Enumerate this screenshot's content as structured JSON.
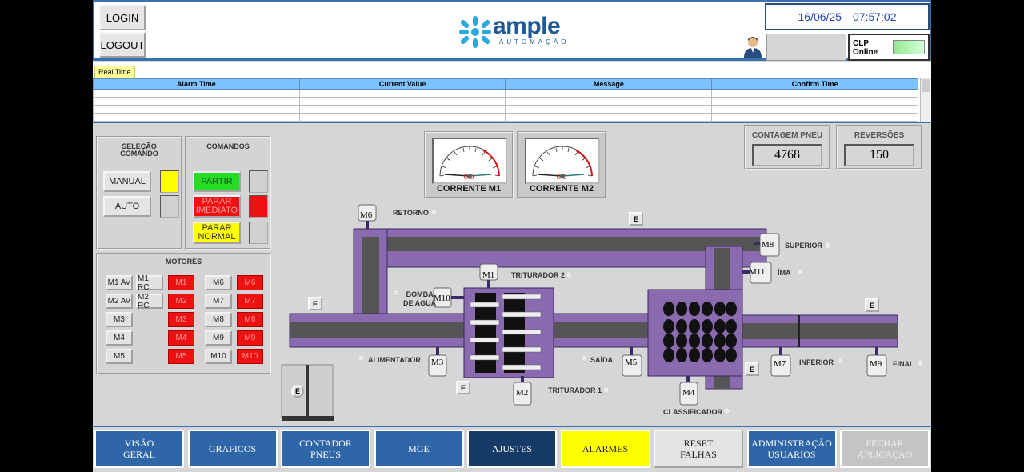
{
  "header": {
    "login_label": "LOGIN",
    "logout_label": "LOGOUT",
    "logo_text": "ample",
    "logo_subtext": "AUTOMAÇÃO",
    "date": "16/06/25",
    "time": "07:57:02",
    "clp_label_line1": "CLP",
    "clp_label_line2": "Online"
  },
  "alarm": {
    "tab_label": "Real Time",
    "columns": [
      "Alarm Time",
      "Current Value",
      "Message",
      "Confirm Time"
    ]
  },
  "selecao": {
    "title_line1": "SELEÇÃO",
    "title_line2": "COMANDO",
    "manual_label": "MANUAL",
    "auto_label": "AUTO"
  },
  "comandos": {
    "title": "COMANDOS",
    "partir_label": "PARTIR",
    "parar_imediato_line1": "PARAR",
    "parar_imediato_line2": "IMEDIATO",
    "parar_normal_line1": "PARAR",
    "parar_normal_line2": "NORMAL"
  },
  "motores": {
    "title": "MOTORES",
    "left_buttons": [
      "M1 AV",
      "M1 RC",
      "M2 AV",
      "M2 RC",
      "M3",
      "M4",
      "M5"
    ],
    "left_indicators": [
      "M1",
      "M2",
      "M3",
      "M4",
      "M5"
    ],
    "right_buttons": [
      "M6",
      "M7",
      "M8",
      "M9",
      "M10"
    ],
    "right_indicators": [
      "M6",
      "M7",
      "M8",
      "M9",
      "M10"
    ]
  },
  "gauges": [
    {
      "value": "0.0",
      "label": "CORRENTE M1"
    },
    {
      "value": "0.0",
      "label": "CORRENTE M2"
    }
  ],
  "counters": [
    {
      "label": "CONTAGEM PNEU",
      "value": "4768"
    },
    {
      "label": "REVERSÕES",
      "value": "150"
    }
  ],
  "process": {
    "retorno": "RETORNO",
    "superior": "SUPERIOR",
    "ima": "ÍMA",
    "triturador2": "TRITURADOR 2",
    "triturador1": "TRITURADOR 1",
    "bomba_line1": "BOMBA",
    "bomba_line2": "DE AGUA",
    "alimentador": "ALIMENTADOR",
    "saida": "SAÍDA",
    "classificador": "CLASSIFICADOR",
    "inferior": "INFERIOR",
    "final": "FINAL",
    "e_label": "E",
    "motors": [
      "M6",
      "M8",
      "M11",
      "M1",
      "M10",
      "M3",
      "M2",
      "M5",
      "M4",
      "M7",
      "M9"
    ]
  },
  "nav": [
    {
      "line1": "VISÃO",
      "line2": "GERAL",
      "color": "#2f66a8"
    },
    {
      "line1": "GRAFICOS",
      "line2": "",
      "color": "#2f66a8"
    },
    {
      "line1": "CONTADOR",
      "line2": "PNEUS",
      "color": "#2f66a8"
    },
    {
      "line1": "MGE",
      "line2": "",
      "color": "#2f66a8"
    },
    {
      "line1": "AJUSTES",
      "line2": "",
      "color": "#163a66"
    },
    {
      "line1": "ALARMES",
      "line2": "",
      "color": "#ffff00"
    },
    {
      "line1": "RESET",
      "line2": "FALHAS",
      "color": "#e4e4e4"
    },
    {
      "line1": "ADMINISTRAÇÃO",
      "line2": "USUARIOS",
      "color": "#2f66a8"
    },
    {
      "line1": "FECHAR",
      "line2": "APLICAÇÃO",
      "color": "#c4c4c4"
    }
  ],
  "colors": {
    "conveyor_frame": "#8a6bb0",
    "conveyor_belt": "#555555",
    "header_border": "#3a6fb0",
    "indicator_red": "#ee1111"
  }
}
